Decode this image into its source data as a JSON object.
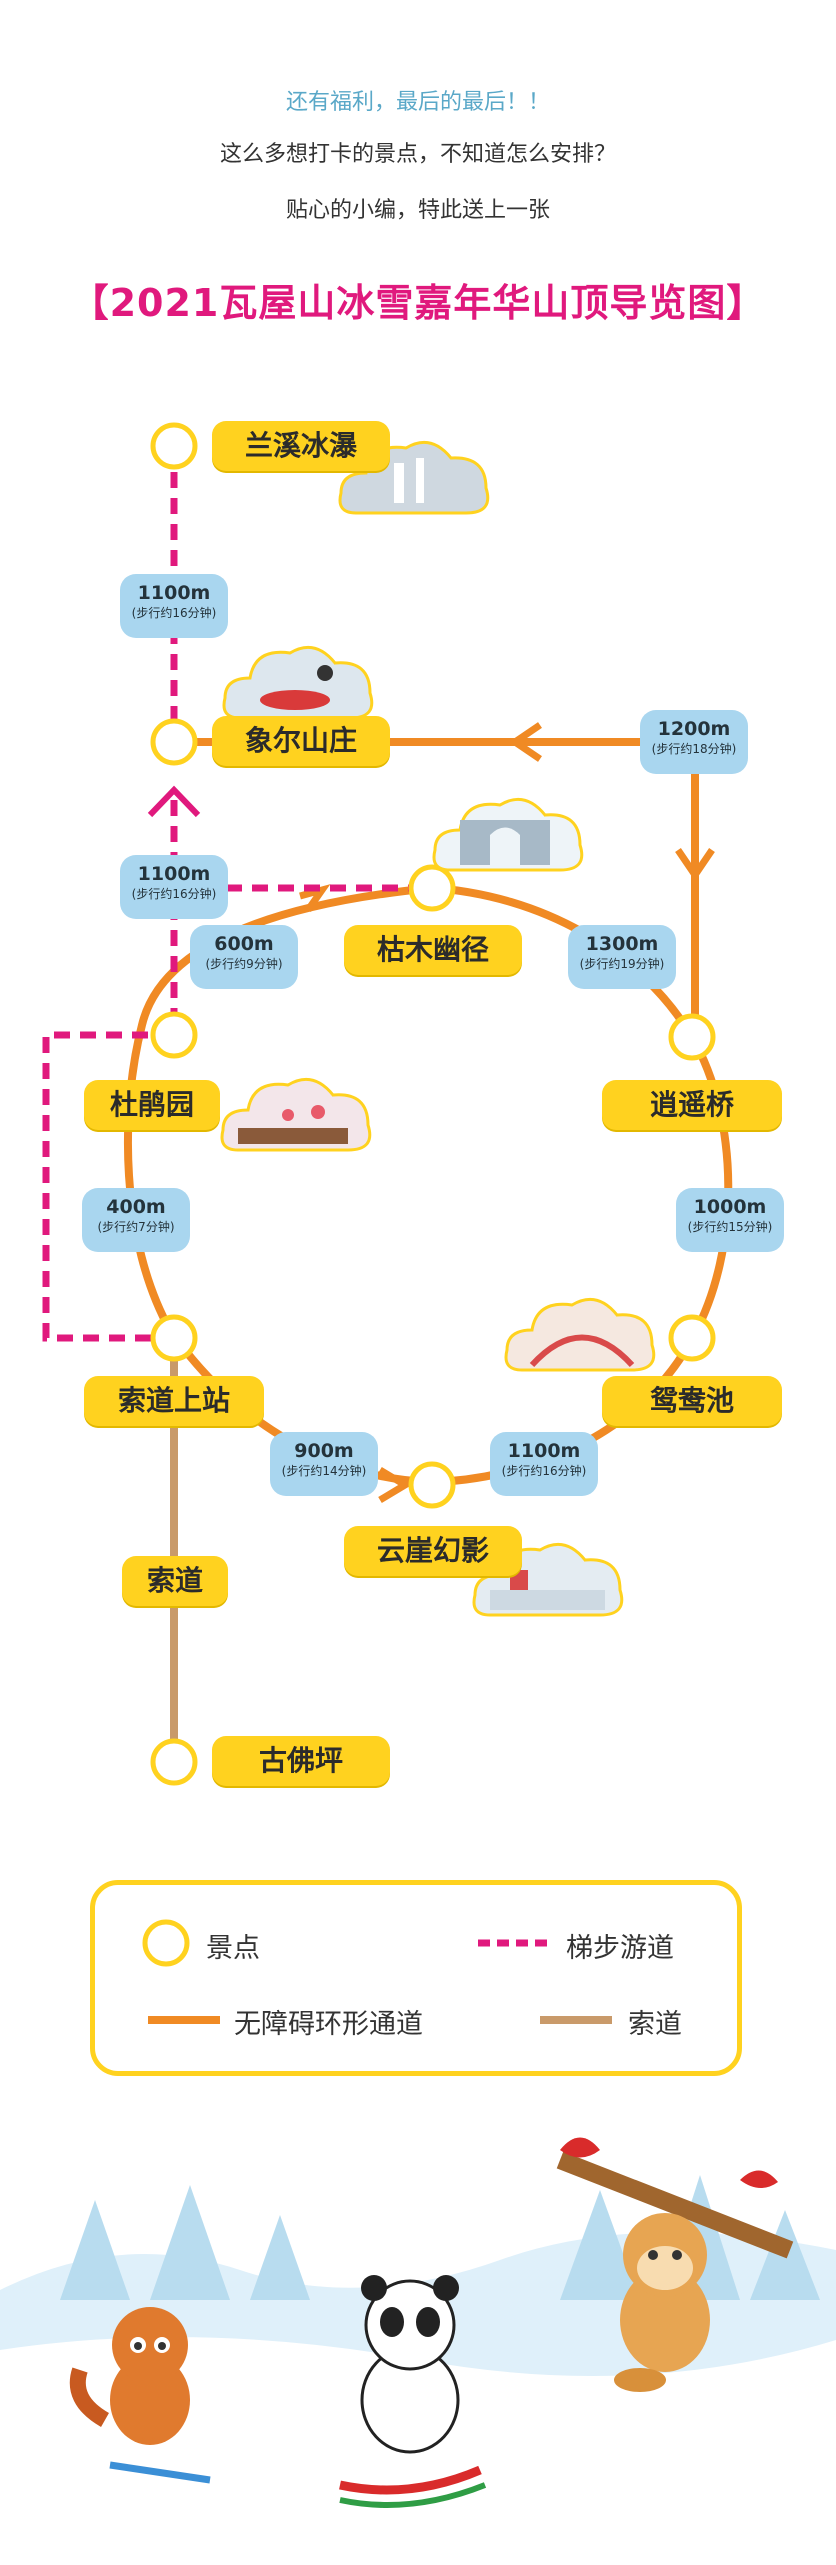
{
  "intro": {
    "line1": "还有福利，最后的最后！！",
    "line2": "这么多想打卡的景点，不知道怎么安排？",
    "line3": "贴心的小编，特此送上一张"
  },
  "title": "【2021瓦屋山冰雪嘉年华山顶导览图】",
  "spots": {
    "lanxi": "兰溪冰瀑",
    "xianger": "象尔山庄",
    "kumu": "枯木幽径",
    "dujuan": "杜鹃园",
    "xiaoyao": "逍遥桥",
    "suodao_station": "索道上站",
    "yuanyang": "鸳鸯池",
    "yunya": "云崖幻影",
    "suodao": "索道",
    "gufoping": "古佛坪"
  },
  "distances": {
    "lanxi_xianger": {
      "d": "1100m",
      "t": "(步行约16分钟)"
    },
    "xianger_xiaoyao": {
      "d": "1200m",
      "t": "(步行约18分钟)"
    },
    "kumu_dujuan_stair": {
      "d": "1100m",
      "t": "(步行约16分钟)"
    },
    "kumu_dujuan_loop": {
      "d": "600m",
      "t": "(步行约9分钟)"
    },
    "kumu_xiaoyao": {
      "d": "1300m",
      "t": "(步行约19分钟)"
    },
    "dujuan_suodao": {
      "d": "400m",
      "t": "(步行约7分钟)"
    },
    "xiaoyao_yuanyang": {
      "d": "1000m",
      "t": "(步行约15分钟)"
    },
    "suodao_yunya": {
      "d": "900m",
      "t": "(步行约14分钟)"
    },
    "yunya_yuanyang": {
      "d": "1100m",
      "t": "(步行约16分钟)"
    }
  },
  "legend": {
    "spot": "景点",
    "stair": "梯步游道",
    "barrier_free": "无障碍环形通道",
    "cableway": "索道"
  },
  "colors": {
    "yellow": "#ffd21f",
    "orange": "#f08a24",
    "magenta": "#e0197d",
    "cable": "#c99a6a",
    "bubble": "#a9d6ef"
  }
}
